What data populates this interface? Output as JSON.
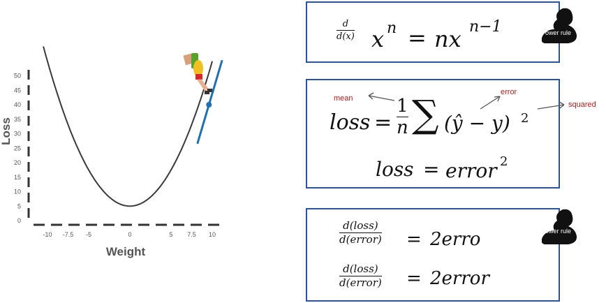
{
  "chart_data": {
    "type": "line",
    "xlabel": "Weight",
    "ylabel": "Loss",
    "x_ticks": [
      "-10",
      "-7.5",
      "-5",
      "0",
      "5",
      "7.5",
      "10"
    ],
    "y_ticks": [
      "0",
      "5",
      "10",
      "15",
      "20",
      "25",
      "30",
      "35",
      "40",
      "45",
      "50"
    ],
    "xlim": [
      -11,
      11
    ],
    "ylim": [
      0,
      52
    ],
    "curve": {
      "x": [
        -10,
        -7.5,
        -5,
        -2.5,
        0,
        2.5,
        5,
        7.5,
        10
      ],
      "y": [
        55,
        33,
        17,
        8,
        5,
        8,
        17,
        33,
        55
      ]
    },
    "tangent_point": {
      "x": 9.6,
      "y": 40
    },
    "colors": {
      "curve": "#3a3a3a",
      "tangent": "#1f6fb2",
      "axis": "#333333"
    }
  },
  "box1": {
    "d": "d",
    "dx": "d(x)",
    "lhs_base": "x",
    "lhs_exp": "n",
    "eq": "=",
    "rhs_base": "nx",
    "rhs_exp": "n−1",
    "badge": "Power rule"
  },
  "box2": {
    "loss": "loss",
    "eq": "=",
    "num": "1",
    "den": "n",
    "sum": "∑",
    "paren": "(ŷ − y)",
    "exp": "2",
    "line2_loss": "loss",
    "line2_eq": "=",
    "line2_error": "error",
    "line2_exp": "2",
    "anno_mean": "mean",
    "anno_error": "error",
    "anno_squared": "squared"
  },
  "box3": {
    "num1": "d(loss)",
    "den1": "d(error)",
    "eq1": "=",
    "rhs1": "2erro",
    "num2": "d(loss)",
    "den2": "d(error)",
    "eq2": "=",
    "rhs2": "2error",
    "badge": "Power rule"
  }
}
